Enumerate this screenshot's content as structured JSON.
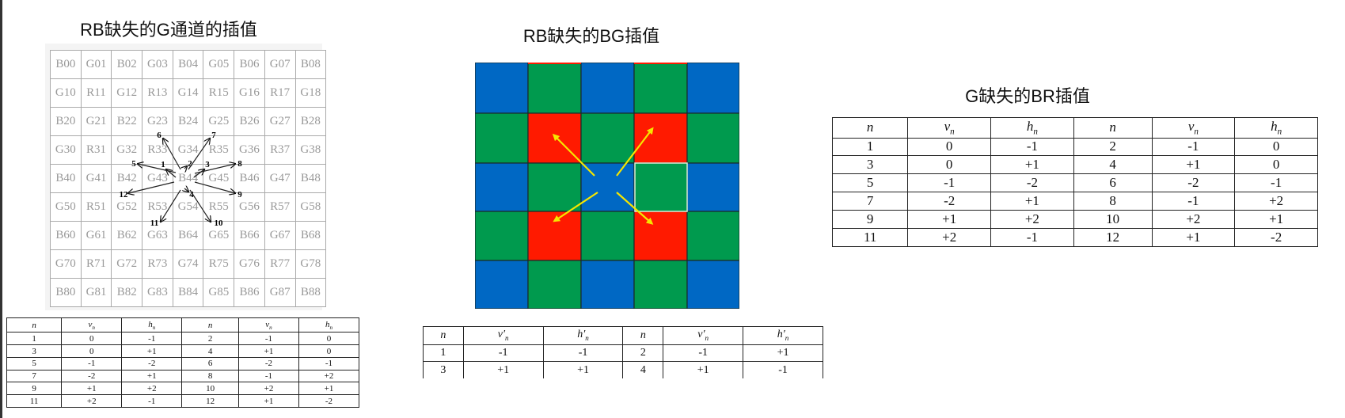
{
  "titles": {
    "left": "RB缺失的G通道的插值",
    "middle": "RB缺失的BG插值",
    "right": "G缺失的BR插值"
  },
  "bayer_grid_labels": [
    [
      "B00",
      "G01",
      "B02",
      "G03",
      "B04",
      "G05",
      "B06",
      "G07",
      "B08"
    ],
    [
      "G10",
      "R11",
      "G12",
      "R13",
      "G14",
      "R15",
      "G16",
      "R17",
      "G18"
    ],
    [
      "B20",
      "G21",
      "B22",
      "G23",
      "B24",
      "G25",
      "B26",
      "G27",
      "B28"
    ],
    [
      "G30",
      "R31",
      "G32",
      "R33",
      "G34",
      "R35",
      "G36",
      "R37",
      "G38"
    ],
    [
      "B40",
      "G41",
      "B42",
      "G43",
      "B44",
      "G45",
      "B46",
      "G47",
      "B48"
    ],
    [
      "G50",
      "R51",
      "G52",
      "R53",
      "G54",
      "R55",
      "G56",
      "R57",
      "G58"
    ],
    [
      "B60",
      "G61",
      "B62",
      "G63",
      "B64",
      "G65",
      "B66",
      "G67",
      "B68"
    ],
    [
      "G70",
      "R71",
      "G72",
      "R73",
      "G74",
      "R75",
      "G76",
      "R77",
      "G78"
    ],
    [
      "B80",
      "G81",
      "B82",
      "G83",
      "B84",
      "G85",
      "B86",
      "G87",
      "B88"
    ]
  ],
  "arrow_labels": [
    "1",
    "2",
    "3",
    "4",
    "5",
    "6",
    "7",
    "8",
    "9",
    "10",
    "11",
    "12"
  ],
  "color_grid": {
    "colors": {
      "B": "#0068c4",
      "G": "#009a4e",
      "R": "#ff1a00",
      "arrow": "#f5e600",
      "highlight": "#d8f0d8"
    },
    "cells": [
      [
        "B",
        "G",
        "B",
        "G",
        "B"
      ],
      [
        "G",
        "R",
        "G",
        "R",
        "G"
      ],
      [
        "B",
        "G",
        "B",
        "G",
        "B"
      ],
      [
        "G",
        "R",
        "G",
        "R",
        "G"
      ],
      [
        "B",
        "G",
        "B",
        "G",
        "B"
      ]
    ]
  },
  "table_left": {
    "header": [
      [
        "n",
        ""
      ],
      [
        "v",
        "n"
      ],
      [
        "h",
        "n"
      ],
      [
        "n",
        ""
      ],
      [
        "v",
        "n"
      ],
      [
        "h",
        "n"
      ]
    ],
    "rows": [
      [
        "1",
        "0",
        "-1",
        "2",
        "-1",
        "0"
      ],
      [
        "3",
        "0",
        "+1",
        "4",
        "+1",
        "0"
      ],
      [
        "5",
        "-1",
        "-2",
        "6",
        "-2",
        "-1"
      ],
      [
        "7",
        "-2",
        "+1",
        "8",
        "-1",
        "+2"
      ],
      [
        "9",
        "+1",
        "+2",
        "10",
        "+2",
        "+1"
      ],
      [
        "11",
        "+2",
        "-1",
        "12",
        "+1",
        "-2"
      ]
    ]
  },
  "table_middle": {
    "header": [
      [
        "n",
        ""
      ],
      [
        "v′",
        "n"
      ],
      [
        "h′",
        "n"
      ],
      [
        "n",
        ""
      ],
      [
        "v′",
        "n"
      ],
      [
        "h′",
        "n"
      ]
    ],
    "rows": [
      [
        "1",
        "-1",
        "-1",
        "2",
        "-1",
        "+1"
      ],
      [
        "3",
        "+1",
        "+1",
        "4",
        "+1",
        "-1"
      ]
    ]
  },
  "table_right": {
    "header": [
      [
        "n",
        ""
      ],
      [
        "v",
        "n"
      ],
      [
        "h",
        "n"
      ],
      [
        "n",
        ""
      ],
      [
        "v",
        "n"
      ],
      [
        "h",
        "n"
      ]
    ],
    "rows": [
      [
        "1",
        "0",
        "-1",
        "2",
        "-1",
        "0"
      ],
      [
        "3",
        "0",
        "+1",
        "4",
        "+1",
        "0"
      ],
      [
        "5",
        "-1",
        "-2",
        "6",
        "-2",
        "-1"
      ],
      [
        "7",
        "-2",
        "+1",
        "8",
        "-1",
        "+2"
      ],
      [
        "9",
        "+1",
        "+2",
        "10",
        "+2",
        "+1"
      ],
      [
        "11",
        "+2",
        "-1",
        "12",
        "+1",
        "-2"
      ]
    ]
  }
}
